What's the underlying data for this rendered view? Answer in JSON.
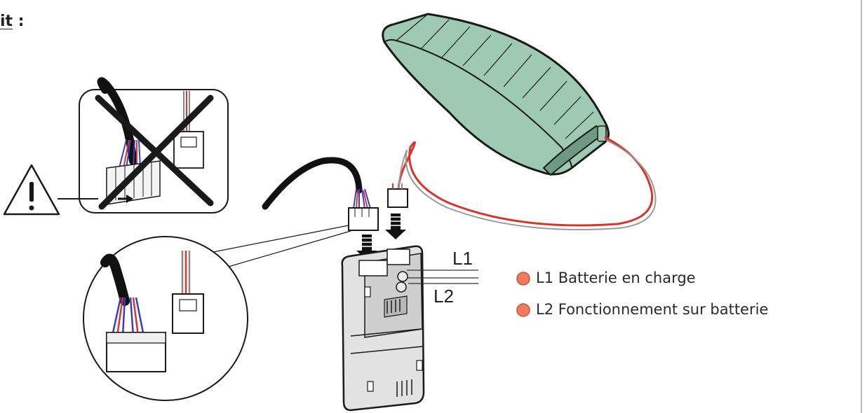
{
  "heading": {
    "text": "it",
    "suffix": " :"
  },
  "callouts": {
    "l1": "L1",
    "l2": "L2"
  },
  "legend": [
    {
      "text": "L1 Batterie en charge",
      "color": "#f07b5e"
    },
    {
      "text": "L2 Fonctionnement sur batterie",
      "color": "#f07b5e"
    }
  ],
  "colors": {
    "battery": "#9fcab2",
    "battery_stroke": "#1a1a1a",
    "module": "#dcdcdc",
    "wire_red": "#d8342c",
    "wire_blue": "#3a3fbe",
    "cable": "#111111"
  },
  "icons": [
    "warning-icon",
    "prohibited-cross-icon",
    "arrow-down-icon"
  ]
}
